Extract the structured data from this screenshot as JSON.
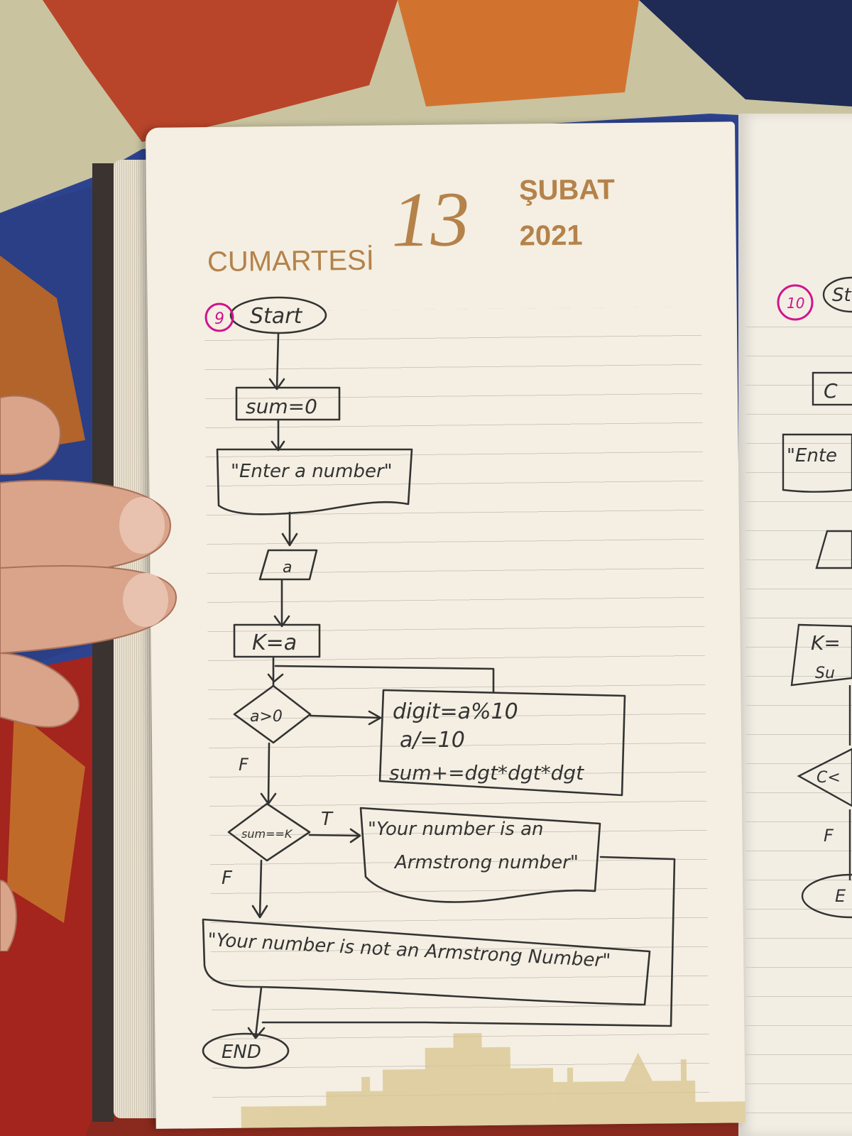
{
  "diary": {
    "day": "CUMARTESİ",
    "date": "13",
    "month": "ŞUBAT",
    "year": "2021"
  },
  "flowchart": {
    "number_label": "9",
    "start": "Start",
    "init": "sum=0",
    "prompt": "\"Enter a number\"",
    "input": "a",
    "assign": "K=a",
    "loop_condition": "a>0",
    "loop_body": [
      "digit=a%10",
      "a/=10",
      "sum+=dgt*dgt*dgt"
    ],
    "check_condition": "sum==K",
    "true_label": "T",
    "false_label_1": "F",
    "false_label_2": "F",
    "true_output_1": "\"Your number is an",
    "true_output_2": "Armstrong number\"",
    "false_output": "\"Your number is not an Armstrong Number\"",
    "end": "END"
  },
  "next_page": {
    "number_label": "10",
    "start_partial": "St",
    "init_partial": "C",
    "prompt_partial": "\"Ente",
    "assign_partial_1": "K=",
    "assign_partial_2": "Su",
    "condition_partial": "C<",
    "false_label": "F",
    "end_partial": "E"
  },
  "colors": {
    "ink": "#333333",
    "pink_marker": "#d0148c",
    "header_gold": "#b5824a",
    "paper": "#f4efe2"
  }
}
